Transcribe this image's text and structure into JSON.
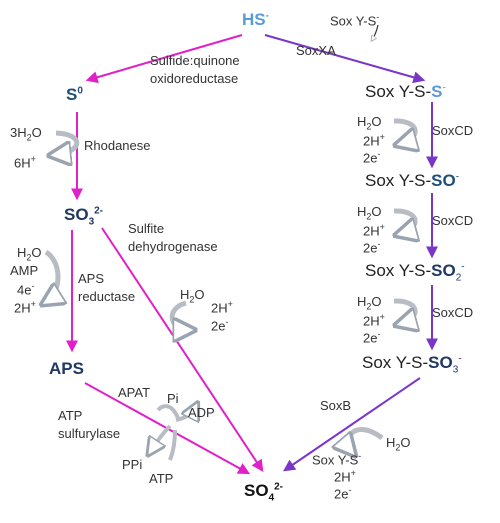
{
  "colors": {
    "magenta": "#e020c8",
    "purple": "#7a36c8",
    "gray_arrow": "#b8bcc4",
    "blue_text": "#1f4e79",
    "light_blue_text": "#5b9bd5"
  },
  "compounds": {
    "hs": "HS",
    "hs_sup": "-",
    "s0": "S",
    "s0_sup": "0",
    "so3": "SO",
    "so3_sub": "3",
    "so3_sup": "2-",
    "aps": "APS",
    "so4": "SO",
    "so4_sub": "4",
    "so4_sup": "2-",
    "soxyss_prefix": "Sox Y-S-",
    "soxyss_s": "S",
    "soxyss_sup": "-",
    "soxysso_prefix": "Sox Y-S-",
    "soxysso_so": "SO",
    "soxysso_sup": "-",
    "soxysso2_prefix": "Sox Y-S-",
    "soxysso2_so": "SO",
    "soxysso2_sub": "2",
    "soxysso2_sup": "-",
    "soxysso3_prefix": "Sox Y-S-",
    "soxysso3_so": "SO",
    "soxysso3_sub": "3",
    "soxysso3_sup": "-"
  },
  "enzymes": {
    "sqr_line1": "Sulfide:quinone",
    "sqr_line2": "oxidoreductase",
    "rhodanese": "Rhodanese",
    "sulfite_dh_line1": "Sulfite",
    "sulfite_dh_line2": "dehydrogenase",
    "aps_red_line1": "APS",
    "aps_red_line2": "reductase",
    "apat": "APAT",
    "atp_sulf_line1": "ATP",
    "atp_sulf_line2": "sulfurylase",
    "soxxa": "SoxXA",
    "soxcd_1": "SoxCD",
    "soxcd_2": "SoxCD",
    "soxcd_3": "SoxCD",
    "soxb": "SoxB"
  },
  "cofactors": {
    "soxys_top": "Sox Y-S",
    "soxys_top_sup": "-",
    "rhod_h2o": "3H",
    "rhod_h2o_sub": "2",
    "rhod_h2o_tail": "O",
    "rhod_h": "6H",
    "rhod_h_sup": "+",
    "apsr_h2o": "H",
    "apsr_h2o_sub": "2",
    "apsr_h2o_tail": "O",
    "apsr_amp": "AMP",
    "apsr_e": "4e",
    "apsr_e_sup": "-",
    "apsr_h": "2H",
    "apsr_h_sup": "+",
    "sdh_h2o": "H",
    "sdh_h2o_sub": "2",
    "sdh_h2o_tail": "O",
    "sdh_h": "2H",
    "sdh_h_sup": "+",
    "sdh_e": "2e",
    "sdh_e_sup": "-",
    "pi": "Pi",
    "adp": "ADP",
    "ppi": "PPi",
    "atp": "ATP",
    "cd1_h2o": "H",
    "cd1_h2o_sub": "2",
    "cd1_h2o_tail": "O",
    "cd1_h": "2H",
    "cd1_h_sup": "+",
    "cd1_e": "2e",
    "cd1_e_sup": "-",
    "cd2_h2o": "H",
    "cd2_h2o_sub": "2",
    "cd2_h2o_tail": "O",
    "cd2_h": "2H",
    "cd2_h_sup": "+",
    "cd2_e": "2e",
    "cd2_e_sup": "-",
    "cd3_h2o": "H",
    "cd3_h2o_sub": "2",
    "cd3_h2o_tail": "O",
    "cd3_h": "2H",
    "cd3_h_sup": "+",
    "cd3_e": "2e",
    "cd3_e_sup": "-",
    "soxb_h2o": "H",
    "soxb_h2o_sub": "2",
    "soxb_h2o_tail": "O",
    "soxb_soxys": "Sox Y-S",
    "soxb_soxys_sup": "-",
    "soxb_h": "2H",
    "soxb_h_sup": "+",
    "soxb_e": "2e",
    "soxb_e_sup": "-"
  }
}
